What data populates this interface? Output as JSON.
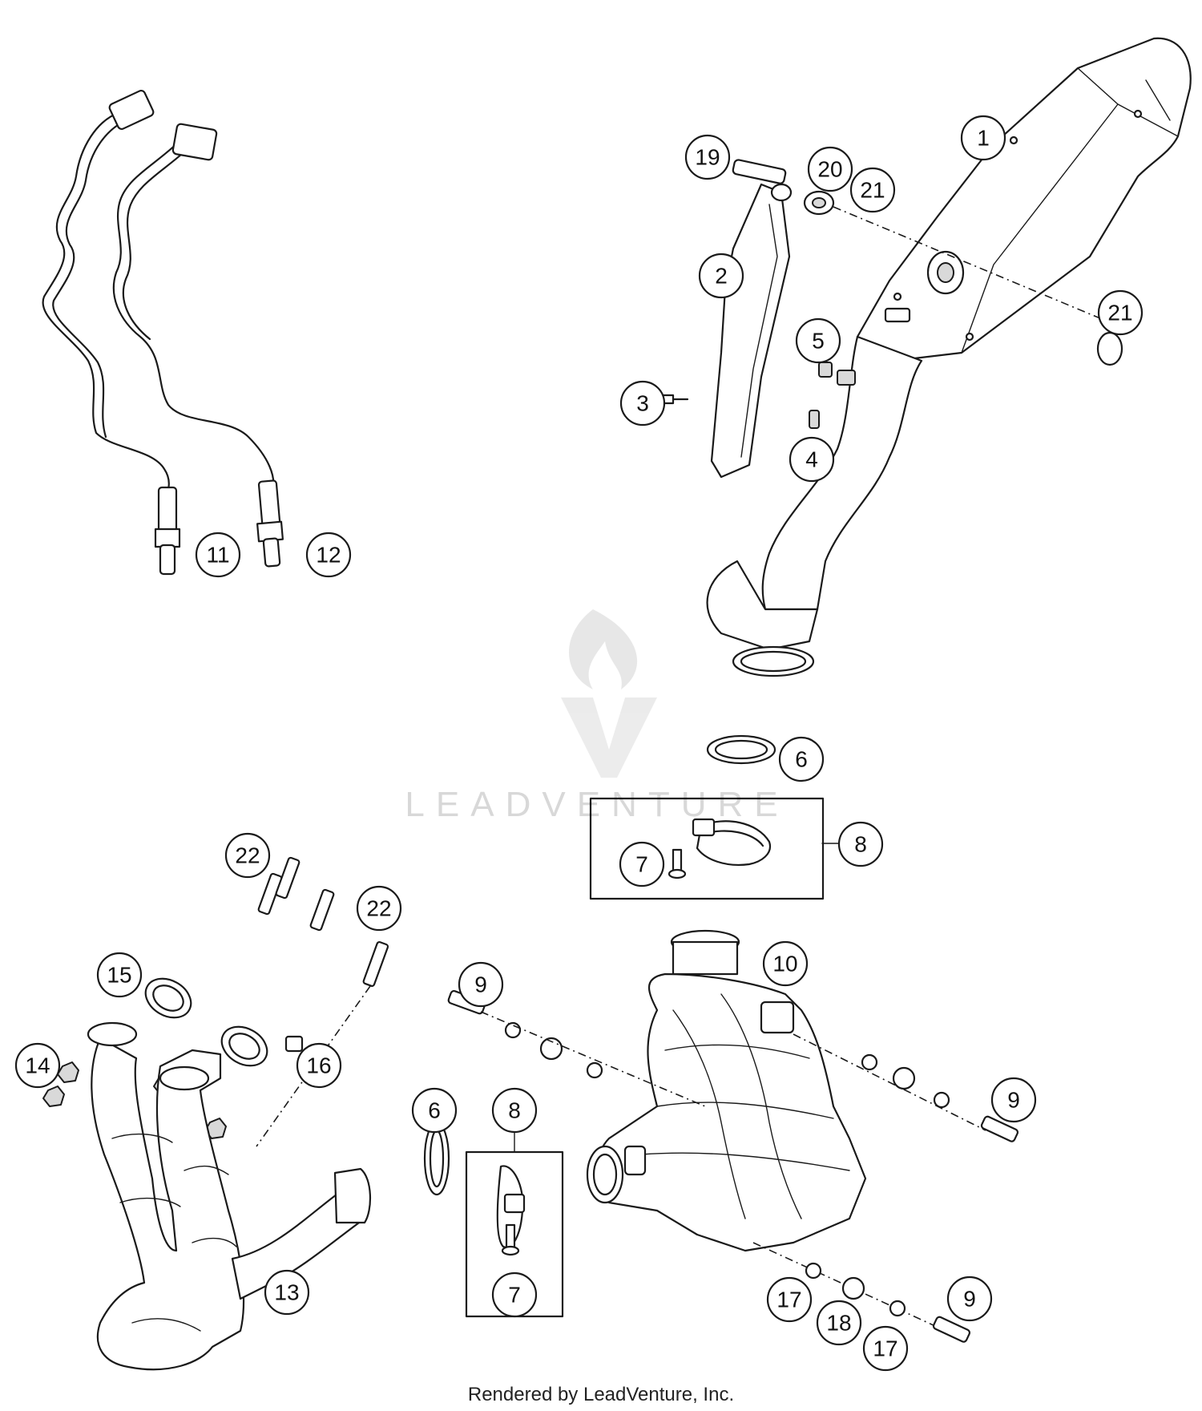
{
  "watermark": {
    "text": "LEADVENTURE"
  },
  "footer": {
    "text": "Rendered by LeadVenture, Inc."
  },
  "callouts": [
    "1",
    "2",
    "3",
    "4",
    "5",
    "6",
    "6",
    "7",
    "7",
    "8",
    "8",
    "9",
    "9",
    "9",
    "10",
    "11",
    "12",
    "13",
    "14",
    "15",
    "16",
    "17",
    "17",
    "18",
    "19",
    "20",
    "21",
    "21",
    "22",
    "22"
  ]
}
